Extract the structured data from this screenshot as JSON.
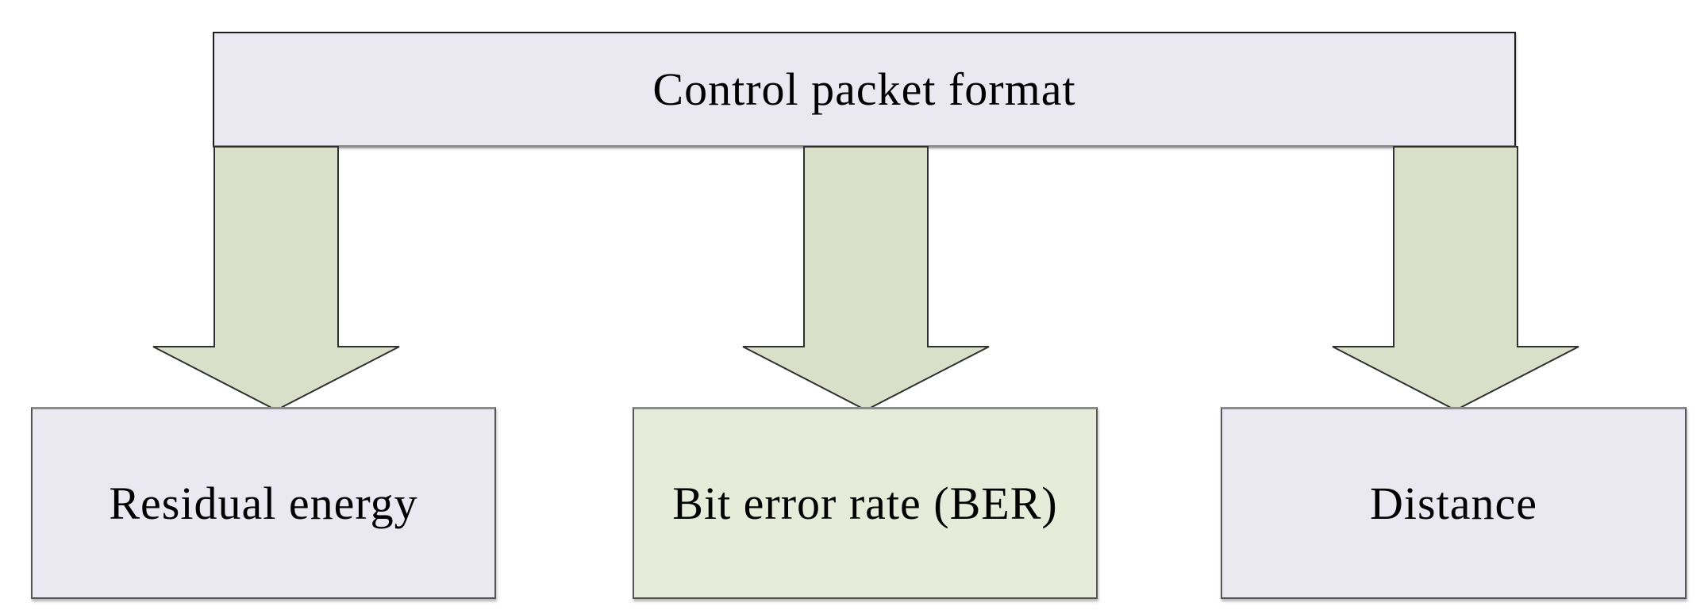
{
  "diagram": {
    "title_node": {
      "label": "Control packet format"
    },
    "children": [
      {
        "label": "Residual energy"
      },
      {
        "label": "Bit error rate (BER)"
      },
      {
        "label": "Distance"
      }
    ],
    "arrow_count": 3,
    "colors": {
      "node_fill_lavender": "#eae8f1",
      "node_fill_green": "#e6ecd9",
      "arrow_fill": "#d9dfc8",
      "border_dark": "#1c1c1c",
      "border_gray": "#8c8c8c",
      "text": "#000000",
      "background": "#ffffff"
    }
  }
}
